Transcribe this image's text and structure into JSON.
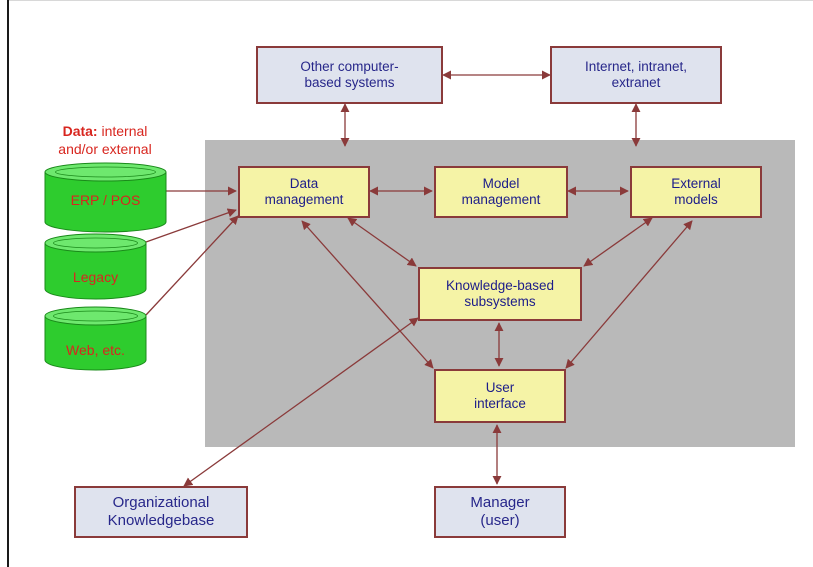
{
  "data_caption": {
    "bold": "Data:",
    "rest": "internal",
    "line2": "and/or external"
  },
  "databases": [
    {
      "label": "ERP / POS"
    },
    {
      "label": "Legacy"
    },
    {
      "label": "Web, etc."
    }
  ],
  "boxes": {
    "other_systems": "Other computer-\nbased systems",
    "internet": "Internet, intranet,\nextranet",
    "data_management": "Data\nmanagement",
    "model_management": "Model\nmanagement",
    "external_models": "External\nmodels",
    "knowledge_subsystems": "Knowledge-based\nsubsystems",
    "user_interface": "User\ninterface",
    "org_knowledgebase": "Organizational\nKnowledgebase",
    "manager": "Manager\n(user)"
  },
  "colors": {
    "arrow": "#8a3a3a",
    "panel": "#b9b9b9",
    "external_box_fill": "#dfe3ee",
    "internal_box_fill": "#f5f3a6",
    "database_fill": "#2ecc2e",
    "label_red": "#d8261f",
    "text_blue": "#27278a"
  }
}
